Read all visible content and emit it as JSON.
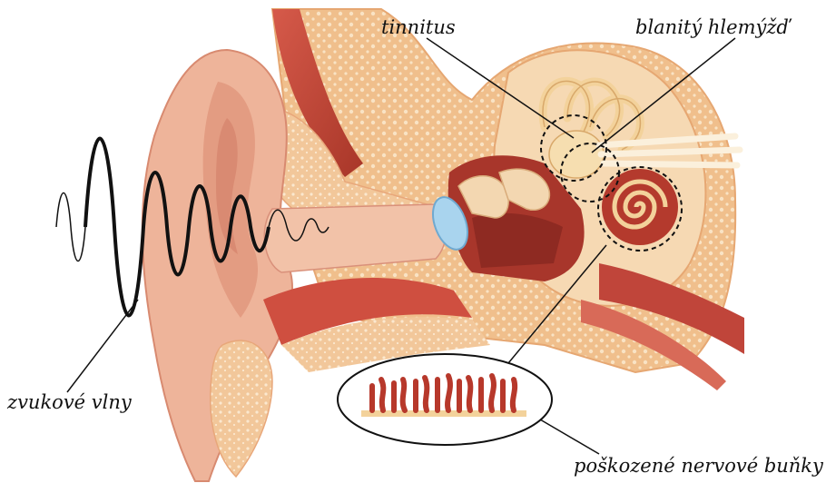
{
  "labels": {
    "tinnitus": "tinnitus",
    "membranous_cochlea": "blanitý hlemýžď",
    "sound_waves": "zvukové vlny",
    "damaged_nerve_cells": "poškozené nervové buňky"
  },
  "colors": {
    "outer_ear": "#eeb49a",
    "outer_ear_dark": "#d88a70",
    "cartilage": "#f5cfa0",
    "bone": "#f0c090",
    "bone_dots": "#f9e3c4",
    "muscle": "#c0453a",
    "muscle_dark": "#8e2a22",
    "eardrum": "#a9d4ee",
    "cochlea": "#f3d29b",
    "label_text": "#111111"
  }
}
